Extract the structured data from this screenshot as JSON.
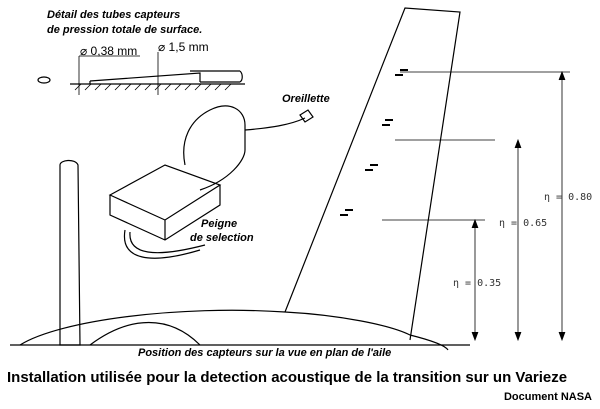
{
  "detail": {
    "title_line1": "Détail des tubes capteurs",
    "title_line2": "de pression totale de surface.",
    "dim_small": "⌀ 0,38 mm",
    "dim_large": "⌀ 1,5 mm"
  },
  "labels": {
    "oreillette": "Oreillette",
    "peigne_line1": "Peigne",
    "peigne_line2": "de selection"
  },
  "stations": [
    {
      "label": "η = 0.80",
      "value": 0.8
    },
    {
      "label": "η = 0.65",
      "value": 0.65
    },
    {
      "label": "η = 0.35",
      "value": 0.35
    }
  ],
  "caption": "Position des capteurs sur la vue en plan de l'aile",
  "title": "Installation utilisée pour la detection acoustique de la transition sur un Varieze",
  "source": "Document NASA"
}
